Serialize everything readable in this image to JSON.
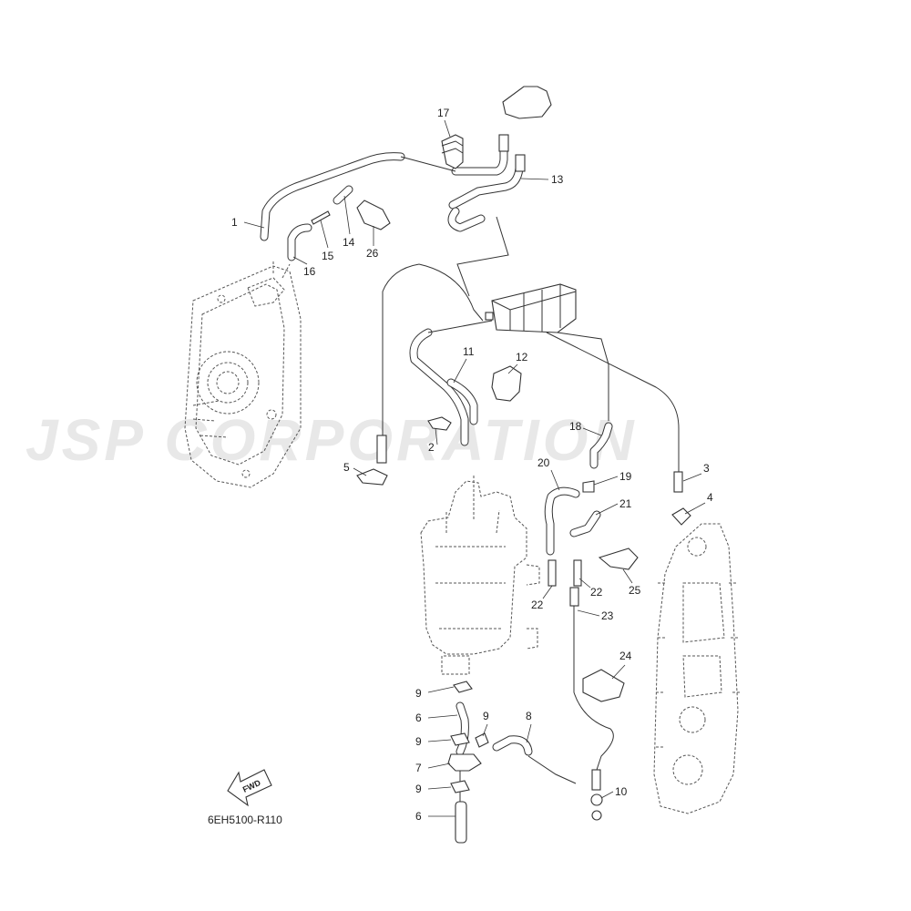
{
  "watermark": "JSP CORPORATION",
  "diagram_code": "6EH5100-R110",
  "fwd_label": "FWD",
  "callouts": [
    {
      "id": "c1",
      "text": "1"
    },
    {
      "id": "c2",
      "text": "2"
    },
    {
      "id": "c3",
      "text": "3"
    },
    {
      "id": "c4",
      "text": "4"
    },
    {
      "id": "c5",
      "text": "5"
    },
    {
      "id": "c6a",
      "text": "6"
    },
    {
      "id": "c6b",
      "text": "6"
    },
    {
      "id": "c7",
      "text": "7"
    },
    {
      "id": "c8",
      "text": "8"
    },
    {
      "id": "c9a",
      "text": "9"
    },
    {
      "id": "c9b",
      "text": "9"
    },
    {
      "id": "c9c",
      "text": "9"
    },
    {
      "id": "c9d",
      "text": "9"
    },
    {
      "id": "c10",
      "text": "10"
    },
    {
      "id": "c11",
      "text": "11"
    },
    {
      "id": "c12",
      "text": "12"
    },
    {
      "id": "c13",
      "text": "13"
    },
    {
      "id": "c14",
      "text": "14"
    },
    {
      "id": "c15",
      "text": "15"
    },
    {
      "id": "c16",
      "text": "16"
    },
    {
      "id": "c17",
      "text": "17"
    },
    {
      "id": "c18",
      "text": "18"
    },
    {
      "id": "c19",
      "text": "19"
    },
    {
      "id": "c20",
      "text": "20"
    },
    {
      "id": "c21",
      "text": "21"
    },
    {
      "id": "c22a",
      "text": "22"
    },
    {
      "id": "c22b",
      "text": "22"
    },
    {
      "id": "c23",
      "text": "23"
    },
    {
      "id": "c24",
      "text": "24"
    },
    {
      "id": "c25",
      "text": "25"
    },
    {
      "id": "c26",
      "text": "26"
    }
  ]
}
